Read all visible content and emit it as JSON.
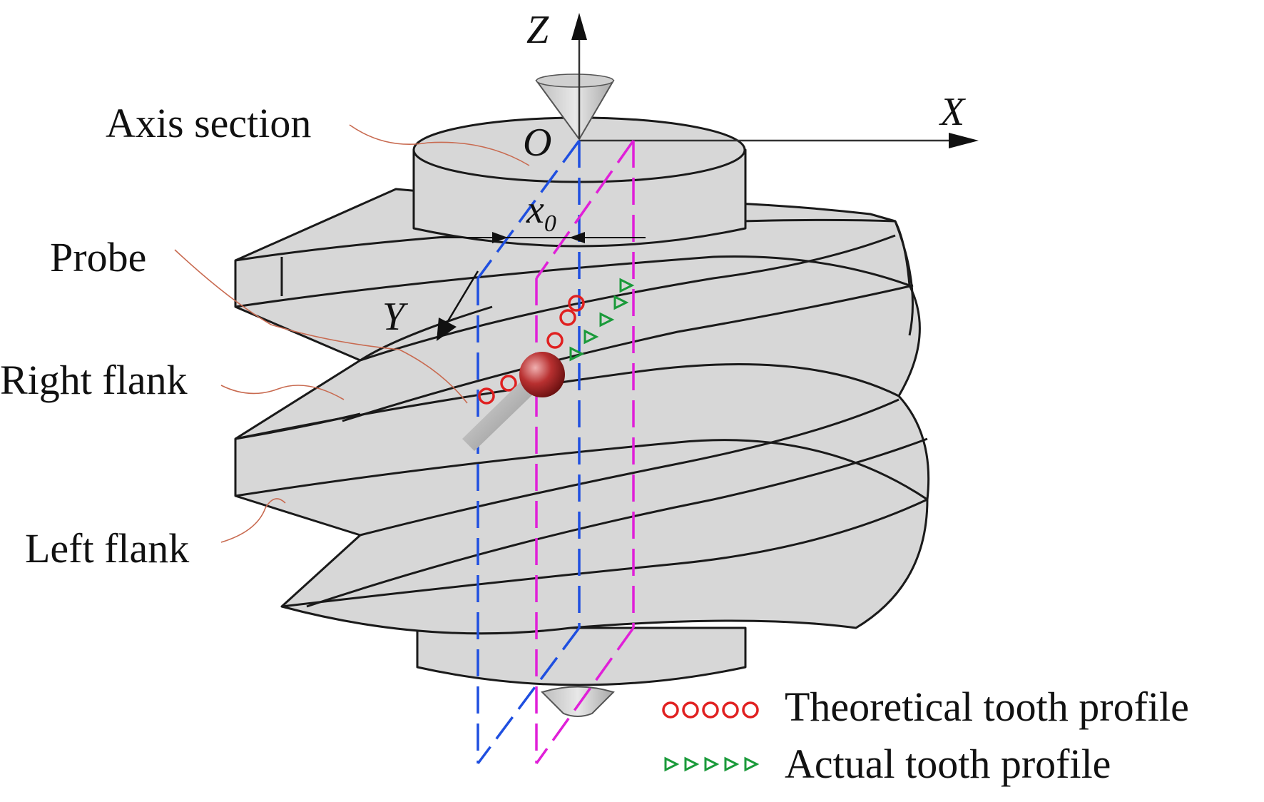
{
  "labels": {
    "axis_section": "Axis section",
    "probe": "Probe",
    "right_flank": "Right flank",
    "left_flank": "Left flank"
  },
  "axes": {
    "z": "Z",
    "x": "X",
    "y": "Y",
    "origin": "O",
    "offset_main": "x",
    "offset_sub": "0"
  },
  "legend": {
    "theoretical": "Theoretical tooth profile",
    "actual": "Actual tooth profile"
  },
  "colors": {
    "axis_section_plane": "#1f4fe0",
    "offset_plane": "#e020d8",
    "theoretical_marker": "#e02020",
    "actual_marker": "#1a9a3a",
    "probe_ball": "#b02a2a",
    "body": "#d7d7d7"
  },
  "icons": {
    "theoretical_marker": "red-circle-icon",
    "actual_marker": "green-triangle-icon"
  }
}
